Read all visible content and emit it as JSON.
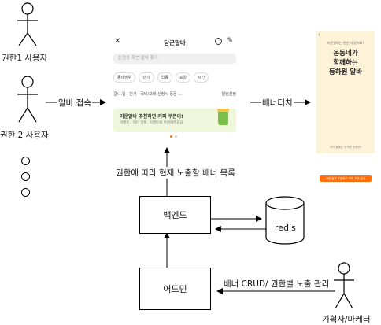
{
  "actors": {
    "role1": "권한1 사용자",
    "role2": "권한 2 사용자",
    "planner": "기획자/마케터"
  },
  "edges": {
    "access": "알바 접속",
    "banner_touch": "배너터치",
    "banner_list": "권한에 따라 현재 노출할 배너 목록",
    "banner_crud": "배너 CRUD/ 권한별 노출 관리"
  },
  "nodes": {
    "backend": "백엔드",
    "redis": "redis",
    "admin": "어드민"
  },
  "phone": {
    "title": "당근알바",
    "search_placeholder": "논현동 주변 알바 찾기",
    "filters": [
      "동네범위",
      "단기",
      "업종",
      "요일",
      "시간"
    ],
    "options_text": "걸/...일 · 단기 · 국비/모비 신청시 동동 …",
    "alarm_label": "알림설정",
    "banner_title": "미운알바 추천하면 커피 쿠폰이!",
    "banner_sub": "이벤트 | 이미 알바, 이벤트에 추천해주세요"
  },
  "touched_banner": {
    "subtitle": "미운알바는 한번 더 있어요!",
    "title_line1": "온동네가",
    "title_line2": "함께하는",
    "title_line3": "등하원 알바",
    "note": "아이 돌봄은 등하원 동행만!",
    "button": "이웃 알바 추천하고 커피 쿠폰 받기"
  }
}
